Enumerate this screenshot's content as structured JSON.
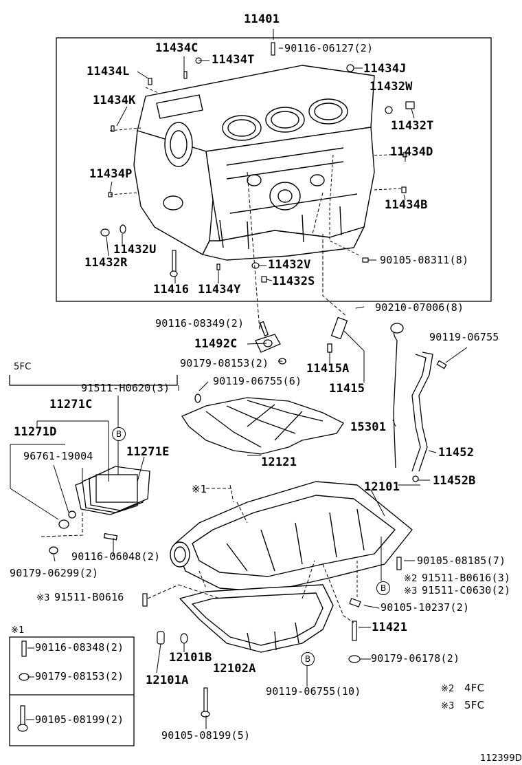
{
  "diagram": {
    "code": "112399D",
    "tags": [
      "5FC",
      "※1",
      "※2",
      "※3"
    ],
    "labels": {
      "l11401": "11401",
      "l11434C": "11434C",
      "l11434T": "11434T",
      "l90116_06127": "90116-06127(2)",
      "l11434L": "11434L",
      "l11434J": "11434J",
      "l11432W": "11432W",
      "l11434K": "11434K",
      "l11432T": "11432T",
      "l11434D": "11434D",
      "l11434P": "11434P",
      "l11434B": "11434B",
      "l11432U": "11432U",
      "l11432R": "11432R",
      "l90105_08311": "90105-08311(8)",
      "l11432V": "11432V",
      "l11432S": "11432S",
      "l11416": "11416",
      "l11434Y": "11434Y",
      "l90210_07006": "90210-07006(8)",
      "l90116_08349": "90116-08349(2)",
      "l90119_06755a": "90119-06755",
      "l11492C": "11492C",
      "l90179_08153a": "90179-08153(2)",
      "l11415A": "11415A",
      "l11415": "11415",
      "l5FC": "5FC",
      "l91511_H0620": "91511-H0620(3)",
      "l90119_06755b": "90119-06755(6)",
      "l11271C": "11271C",
      "l15301": "15301",
      "l11271D": "11271D",
      "l11271E": "11271E",
      "l96761": "96761-19004",
      "l12121": "12121",
      "l11452": "11452",
      "l11452B": "11452B",
      "l12101": "12101",
      "ast1a": "※1",
      "l90116_06048": "90116-06048(2)",
      "l90105_08185": "90105-08185(7)",
      "l90179_06299": "90179-06299(2)",
      "ast2a": "※2",
      "l91511_B0616a": "91511-B0616(3)",
      "ast3a": "※3",
      "l91511_C0630": "91511-C0630(2)",
      "ast3b": "※3",
      "l91511_B0616b": "91511-B0616",
      "l90105_10237": "90105-10237(2)",
      "ast1b": "※1",
      "l11421": "11421",
      "l90116_08348": "90116-08348(2)",
      "l12101B": "12101B",
      "l90179_08153b": "90179-08153(2)",
      "l12102A": "12102A",
      "l90179_06178": "90179-06178(2)",
      "l12101A": "12101A",
      "l90119_06755c": "90119-06755(10)",
      "l90105_08199a": "90105-08199(2)",
      "l90105_08199b": "90105-08199(5)",
      "ast2b": "※2",
      "l4FC": "4FC",
      "ast3c": "※3",
      "l5FCb": "5FC",
      "circB1": "B",
      "circB2": "B",
      "circB3": "B"
    }
  }
}
